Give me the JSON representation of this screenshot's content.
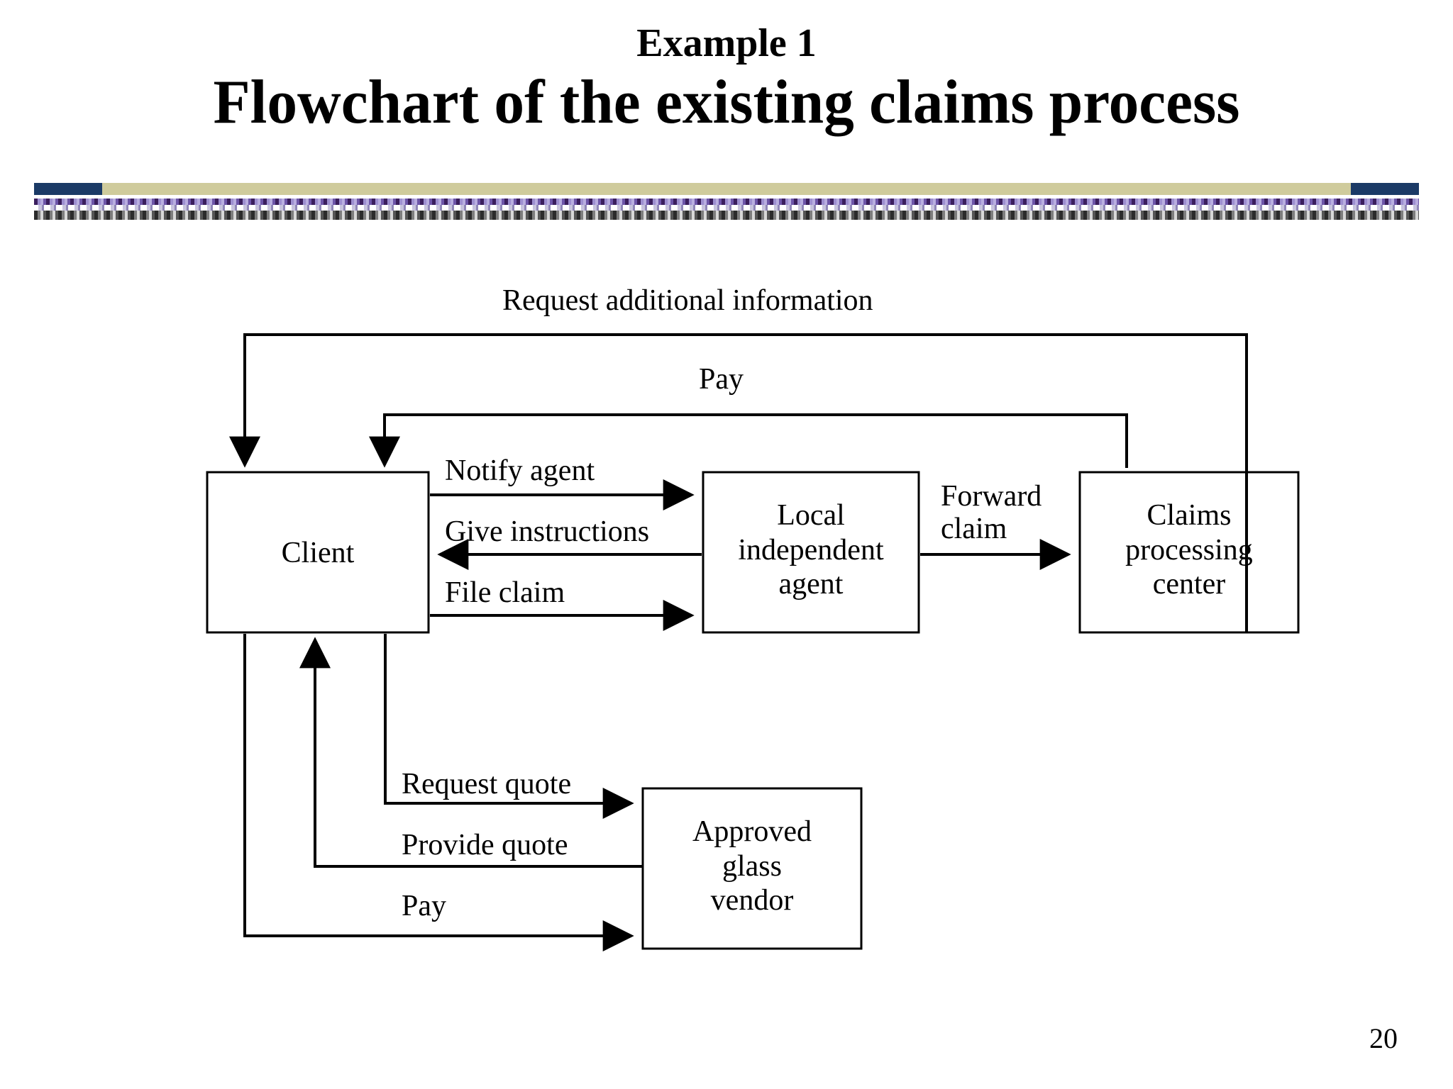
{
  "slide": {
    "eyebrow_title": "Example 1",
    "main_title": "Flowchart of the existing claims process",
    "page_number": "20"
  },
  "theme": {
    "accent_navy": "#1b3a66",
    "accent_khaki": "#cfcb9c",
    "accent_purple": "#6d55a8",
    "line_color": "#000000",
    "background": "#ffffff"
  },
  "chart_data": {
    "type": "diagram",
    "title": "Flowchart of the existing claims process",
    "nodes": [
      {
        "id": "client",
        "label": "Client",
        "lines": [
          "Client"
        ]
      },
      {
        "id": "agent",
        "label": "Local independent agent",
        "lines": [
          "Local",
          "independent",
          "agent"
        ]
      },
      {
        "id": "claims",
        "label": "Claims processing center",
        "lines": [
          "Claims",
          "processing",
          "center"
        ]
      },
      {
        "id": "vendor",
        "label": "Approved glass vendor",
        "lines": [
          "Approved",
          "glass",
          "vendor"
        ]
      }
    ],
    "edges": [
      {
        "id": "e1",
        "from": "claims",
        "to": "client",
        "label": "Request additional information"
      },
      {
        "id": "e2",
        "from": "claims",
        "to": "client",
        "label": "Pay"
      },
      {
        "id": "e3",
        "from": "client",
        "to": "agent",
        "label": "Notify agent"
      },
      {
        "id": "e4",
        "from": "agent",
        "to": "client",
        "label": "Give instructions"
      },
      {
        "id": "e5",
        "from": "client",
        "to": "agent",
        "label": "File claim"
      },
      {
        "id": "e6",
        "from": "agent",
        "to": "claims",
        "label": "Forward claim"
      },
      {
        "id": "e7",
        "from": "client",
        "to": "vendor",
        "label": "Request quote"
      },
      {
        "id": "e8",
        "from": "vendor",
        "to": "client",
        "label": "Provide quote"
      },
      {
        "id": "e9",
        "from": "client",
        "to": "vendor",
        "label": "Pay"
      }
    ]
  },
  "nodes": {
    "client": {
      "line1": "Client"
    },
    "agent": {
      "line1": "Local",
      "line2": "independent",
      "line3": "agent"
    },
    "claims": {
      "line1": "Claims",
      "line2": "processing",
      "line3": "center"
    },
    "vendor": {
      "line1": "Approved",
      "line2": "glass",
      "line3": "vendor"
    }
  },
  "edge_labels": {
    "request_additional_information": "Request additional information",
    "pay_top": "Pay",
    "notify_agent": "Notify agent",
    "give_instructions": "Give instructions",
    "file_claim": "File claim",
    "forward_claim_line1": "Forward",
    "forward_claim_line2": "claim",
    "request_quote": "Request quote",
    "provide_quote": "Provide quote",
    "pay_bottom": "Pay"
  }
}
